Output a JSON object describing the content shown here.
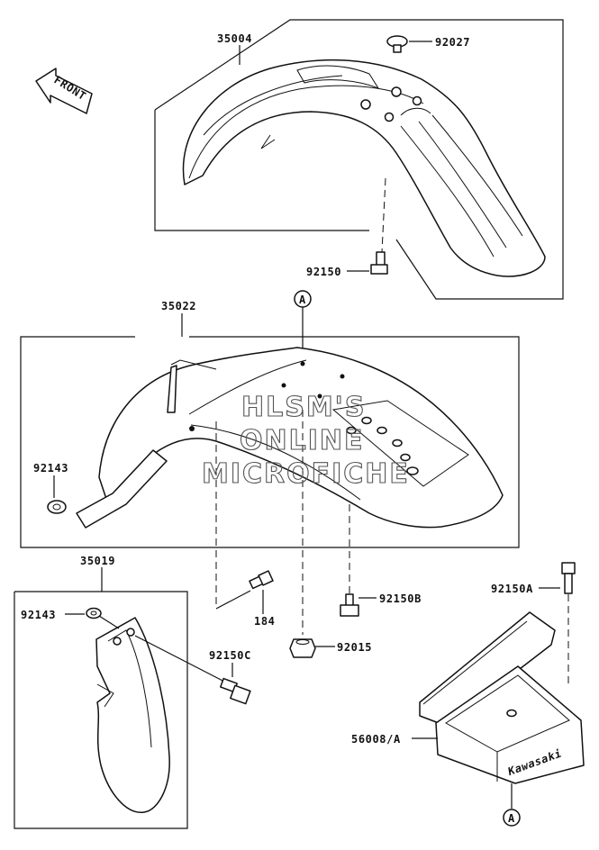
{
  "direction_label": "FRONT",
  "ref_marker": "A",
  "part_numbers": {
    "front_fender": "35004",
    "bolt_top": "92027",
    "bolt_front": "92150",
    "rear_fender": "35022",
    "collar_left": "92143",
    "flap": "35019",
    "collar_flap": "92143",
    "bolt_184": "184",
    "bolt_flap": "92150C",
    "nut": "92015",
    "bolt_b": "92150B",
    "bolt_a": "92150A",
    "tool_case": "56008/A"
  },
  "brand_on_case": "Kawasaki",
  "watermark": [
    "HLSM'S",
    "ONLINE",
    "MICROFICHE"
  ]
}
